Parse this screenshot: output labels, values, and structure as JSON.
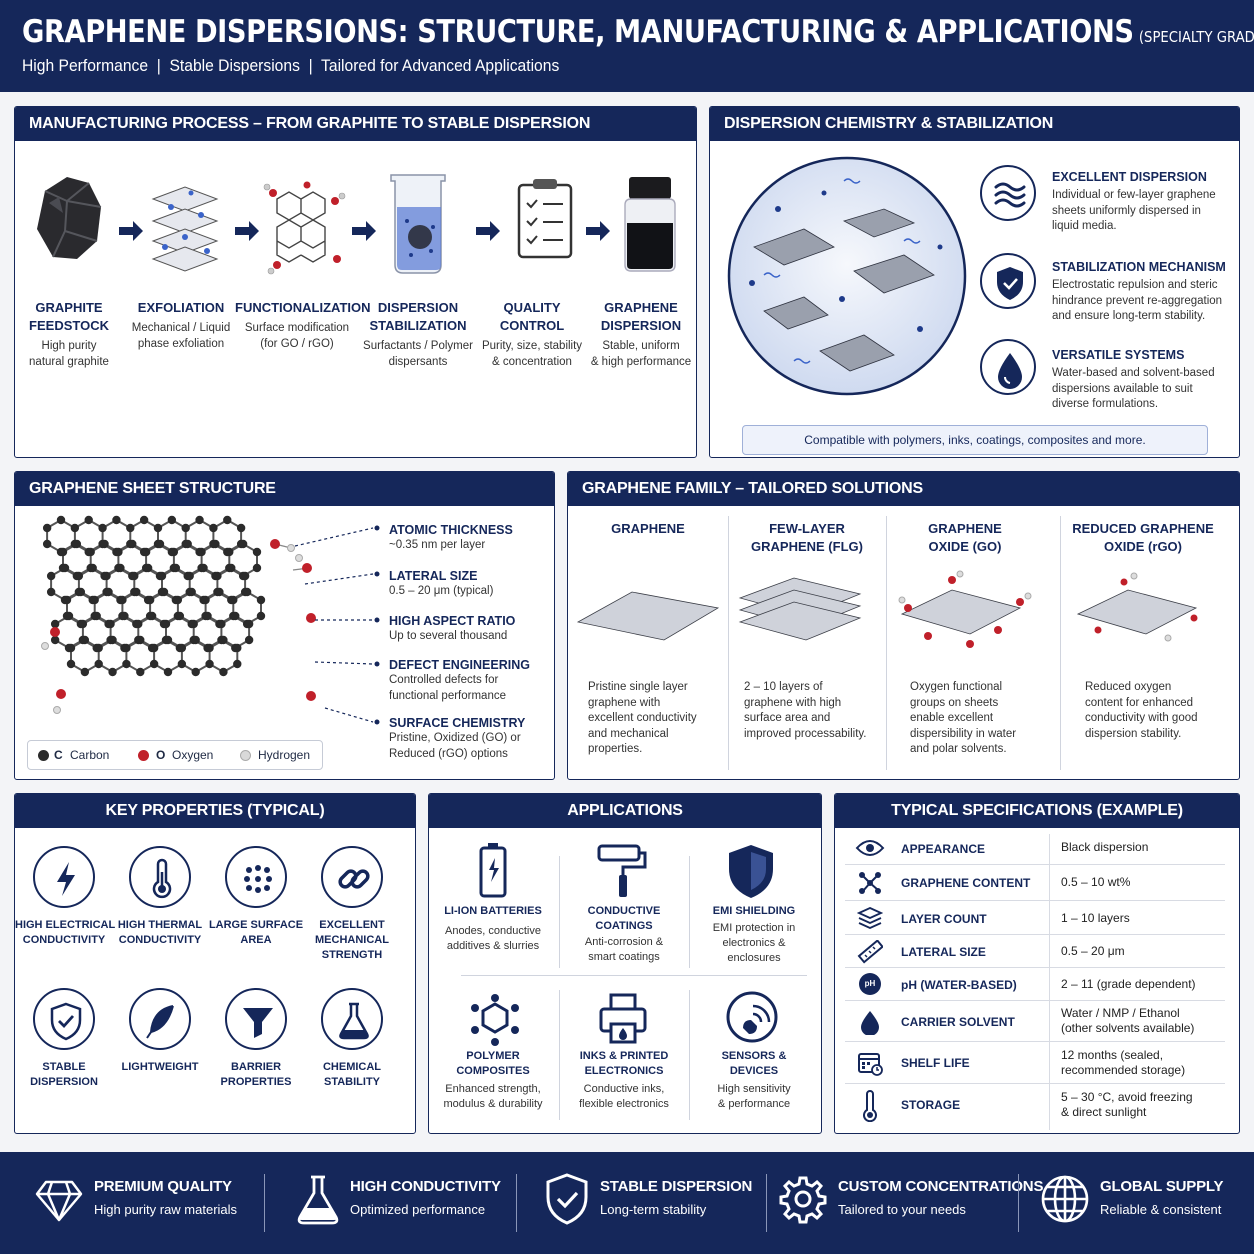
{
  "header": {
    "title": "GRAPHENE DISPERSIONS: STRUCTURE, MANUFACTURING & APPLICATIONS",
    "grade": "(SPECIALTY GRADE)",
    "subtitle": "High Performance  |  Stable Dispersions  |  Tailored for Advanced Applications"
  },
  "manufacturing": {
    "title": "MANUFACTURING PROCESS – FROM GRAPHITE TO STABLE DISPERSION",
    "steps": [
      {
        "title": "GRAPHITE\nFEEDSTOCK",
        "desc": "High purity\nnatural graphite"
      },
      {
        "title": "EXFOLIATION",
        "desc": "Mechanical / Liquid\nphase exfoliation"
      },
      {
        "title": "FUNCTIONALIZATION",
        "desc": "Surface modification\n(for GO / rGO)"
      },
      {
        "title": "DISPERSION\nSTABILIZATION",
        "desc": "Surfactants / Polymer\ndispersants"
      },
      {
        "title": "QUALITY\nCONTROL",
        "desc": "Purity, size, stability\n& concentration"
      },
      {
        "title": "GRAPHENE\nDISPERSION",
        "desc": "Stable, uniform\n& high performance"
      }
    ]
  },
  "chemistry": {
    "title": "DISPERSION CHEMISTRY & STABILIZATION",
    "items": [
      {
        "icon": "waves-icon",
        "title": "EXCELLENT DISPERSION",
        "desc": "Individual or few-layer graphene\nsheets uniformly dispersed in\nliquid media."
      },
      {
        "icon": "shield-check-icon",
        "title": "STABILIZATION MECHANISM",
        "desc": "Electrostatic repulsion and steric\nhindrance prevent re-aggregation\nand ensure long-term stability."
      },
      {
        "icon": "droplet-icon",
        "title": "VERSATILE SYSTEMS",
        "desc": "Water-based and solvent-based\ndispersions available to suit\ndiverse formulations."
      }
    ],
    "note": "Compatible with polymers, inks, coatings, composites and more."
  },
  "structure": {
    "title": "GRAPHENE SHEET STRUCTURE",
    "callouts": [
      {
        "title": "ATOMIC THICKNESS",
        "desc": "~0.35 nm per layer"
      },
      {
        "title": "LATERAL SIZE",
        "desc": "0.5 – 20 μm (typical)"
      },
      {
        "title": "HIGH ASPECT RATIO",
        "desc": "Up to several thousand"
      },
      {
        "title": "DEFECT ENGINEERING",
        "desc": "Controlled defects for\nfunctional performance"
      },
      {
        "title": "SURFACE CHEMISTRY",
        "desc": "Pristine, Oxidized (GO) or\nReduced (rGO) options"
      }
    ],
    "legend": [
      {
        "symbol": "C",
        "label": "Carbon",
        "color": "#2b2b2b"
      },
      {
        "symbol": "O",
        "label": "Oxygen",
        "color": "#c0202a"
      },
      {
        "symbol": "",
        "label": "Hydrogen",
        "color": "#d9d9d9"
      }
    ]
  },
  "family": {
    "title": "GRAPHENE FAMILY – TAILORED SOLUTIONS",
    "members": [
      {
        "title": "GRAPHENE",
        "desc": "Pristine single layer\ngraphene with\nexcellent conductivity\nand mechanical\nproperties."
      },
      {
        "title": "FEW-LAYER\nGRAPHENE (FLG)",
        "desc": "2 – 10 layers of\ngraphene with high\nsurface area and\nimproved processability."
      },
      {
        "title": "GRAPHENE\nOXIDE (GO)",
        "desc": "Oxygen functional\ngroups on sheets\nenable excellent\ndispersibility in water\nand polar solvents."
      },
      {
        "title": "REDUCED GRAPHENE\nOXIDE (rGO)",
        "desc": "Reduced oxygen\ncontent for enhanced\nconductivity with good\ndispersion stability."
      }
    ]
  },
  "properties": {
    "title": "KEY PROPERTIES (TYPICAL)",
    "items": [
      {
        "icon": "lightning-icon",
        "label": "HIGH ELECTRICAL\nCONDUCTIVITY"
      },
      {
        "icon": "thermometer-icon",
        "label": "HIGH THERMAL\nCONDUCTIVITY"
      },
      {
        "icon": "dots-grid-icon",
        "label": "LARGE SURFACE\nAREA"
      },
      {
        "icon": "chain-link-icon",
        "label": "EXCELLENT\nMECHANICAL\nSTRENGTH"
      },
      {
        "icon": "shield-check-icon",
        "label": "STABLE\nDISPERSION"
      },
      {
        "icon": "feather-icon",
        "label": "LIGHTWEIGHT"
      },
      {
        "icon": "funnel-icon",
        "label": "BARRIER\nPROPERTIES"
      },
      {
        "icon": "flask-icon",
        "label": "CHEMICAL\nSTABILITY"
      }
    ]
  },
  "applications": {
    "title": "APPLICATIONS",
    "items": [
      {
        "icon": "battery-icon",
        "title": "LI-ION BATTERIES",
        "desc": "Anodes, conductive\nadditives & slurries"
      },
      {
        "icon": "paint-roller-icon",
        "title": "CONDUCTIVE\nCOATINGS",
        "desc": "Anti-corrosion &\nsmart coatings"
      },
      {
        "icon": "shield-icon",
        "title": "EMI SHIELDING",
        "desc": "EMI protection in\nelectronics &\nenclosures"
      },
      {
        "icon": "molecule-icon",
        "title": "POLYMER\nCOMPOSITES",
        "desc": "Enhanced strength,\nmodulus & durability"
      },
      {
        "icon": "printer-icon",
        "title": "INKS & PRINTED\nELECTRONICS",
        "desc": "Conductive inks,\nflexible electronics"
      },
      {
        "icon": "sensor-icon",
        "title": "SENSORS &\nDEVICES",
        "desc": "High sensitivity\n& performance"
      }
    ]
  },
  "specs": {
    "title": "TYPICAL SPECIFICATIONS (EXAMPLE)",
    "rows": [
      {
        "icon": "eye-icon",
        "label": "APPEARANCE",
        "value": "Black dispersion"
      },
      {
        "icon": "network-icon",
        "label": "GRAPHENE CONTENT",
        "value": "0.5 – 10 wt%"
      },
      {
        "icon": "layers-icon",
        "label": "LAYER COUNT",
        "value": "1 – 10 layers"
      },
      {
        "icon": "ruler-icon",
        "label": "LATERAL SIZE",
        "value": "0.5 – 20 μm"
      },
      {
        "icon": "ph-drop-icon",
        "label": "pH (WATER-BASED)",
        "value": "2 – 11 (grade dependent)"
      },
      {
        "icon": "drop-icon",
        "label": "CARRIER SOLVENT",
        "value": "Water / NMP / Ethanol\n(other solvents available)"
      },
      {
        "icon": "calendar-icon",
        "label": "SHELF LIFE",
        "value": "12 months (sealed,\nrecommended storage)"
      },
      {
        "icon": "thermometer-icon",
        "label": "STORAGE",
        "value": "5 – 30 °C, avoid freezing\n& direct sunlight"
      }
    ],
    "ph_icon_text": "pH"
  },
  "footer": [
    {
      "icon": "diamond-icon",
      "title": "PREMIUM QUALITY",
      "desc": "High purity raw materials"
    },
    {
      "icon": "flask-icon",
      "title": "HIGH CONDUCTIVITY",
      "desc": "Optimized performance"
    },
    {
      "icon": "shield-check-icon",
      "title": "STABLE DISPERSION",
      "desc": "Long-term stability"
    },
    {
      "icon": "gear-icon",
      "title": "CUSTOM CONCENTRATIONS",
      "desc": "Tailored to your needs"
    },
    {
      "icon": "globe-icon",
      "title": "GLOBAL SUPPLY",
      "desc": "Reliable & consistent"
    }
  ]
}
